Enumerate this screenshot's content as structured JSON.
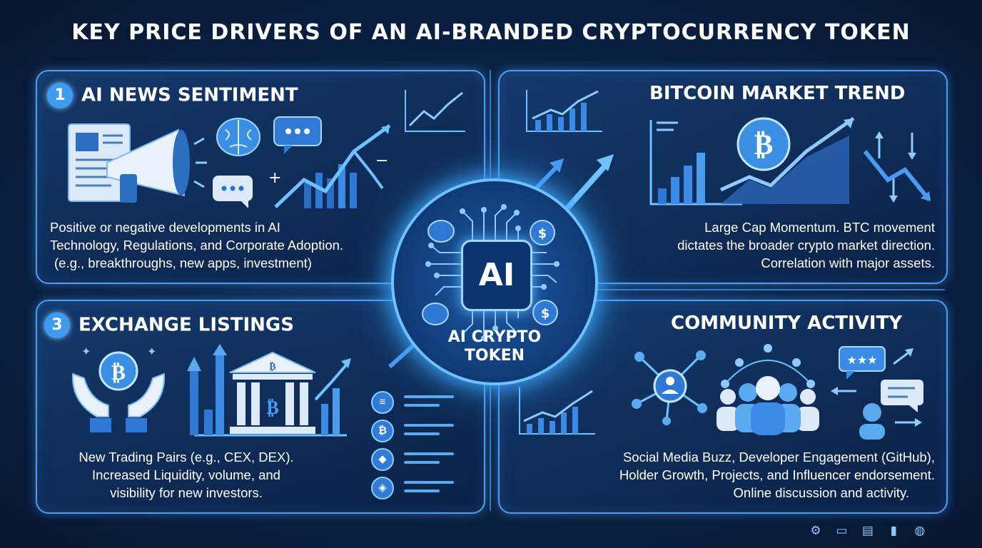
{
  "title": "KEY PRICE DRIVERS OF AN AI-BRANDED CRYPTOCURRENCY TOKEN",
  "panels": {
    "ai_news": {
      "number": "1",
      "title": "AI NEWS SENTIMENT",
      "lines": [
        "Positive or negative developments in AI",
        "Technology, Regulations, and Corporate Adoption.",
        "(e.g., breakthroughs, new apps, investment)"
      ]
    },
    "bitcoin": {
      "title": "BITCOIN MARKET TREND",
      "lines": [
        "Large Cap Momentum. BTC movement",
        "dictates the broader crypto market direction.",
        "Correlation with major assets."
      ]
    },
    "exchange": {
      "number": "3",
      "title": "EXCHANGE LISTINGS",
      "lines": [
        "New Trading Pairs (e.g., CEX, DEX).",
        "Increased Liquidity, volume, and",
        "visibility for new investors."
      ]
    },
    "community": {
      "title": "COMMUNITY ACTIVITY",
      "lines": [
        "Social Media Buzz, Developer Engagement (GitHub),",
        "Holder Growth, Projects, and Influencer endorsement.",
        "Online discussion and activity."
      ]
    }
  },
  "center": {
    "chip_label": "AI",
    "token_line1": "AI CRYPTO",
    "token_line2": "TOKEN"
  },
  "glyphs": {
    "bitcoin": "₿",
    "dollar": "$",
    "ethereum": "◆",
    "binance": "◈",
    "stars": "★★★"
  },
  "footer_icons": [
    "gear-icon",
    "code-window-icon",
    "document-icon",
    "bar-chart-icon",
    "globe-icon"
  ],
  "colors": {
    "accent": "#3d9cf0",
    "border": "#4f9df0",
    "glow": "#6ec2ff",
    "background": "#0b2447"
  }
}
